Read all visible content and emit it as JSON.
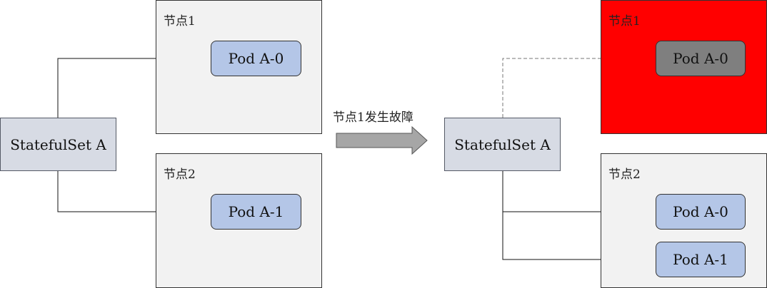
{
  "before": {
    "controller": {
      "label": "StatefulSet A"
    },
    "node1": {
      "label": "节点1",
      "pod": "Pod A-0"
    },
    "node2": {
      "label": "节点2",
      "pod": "Pod A-1"
    }
  },
  "event": {
    "label": "节点1发生故障"
  },
  "after": {
    "controller": {
      "label": "StatefulSet A"
    },
    "node1": {
      "label": "节点1",
      "pod": "Pod A-0",
      "status": "failed"
    },
    "node2": {
      "label": "节点2",
      "pods": [
        "Pod A-0",
        "Pod A-1"
      ]
    }
  },
  "colors": {
    "node_fill": "#f2f2f2",
    "failed_node_fill": "#ff0000",
    "pod_fill": "#b4c6e7",
    "dead_pod_fill": "#7f7f7f",
    "controller_fill": "#d7dbe4",
    "arrow_fill": "#a6a6a6"
  }
}
